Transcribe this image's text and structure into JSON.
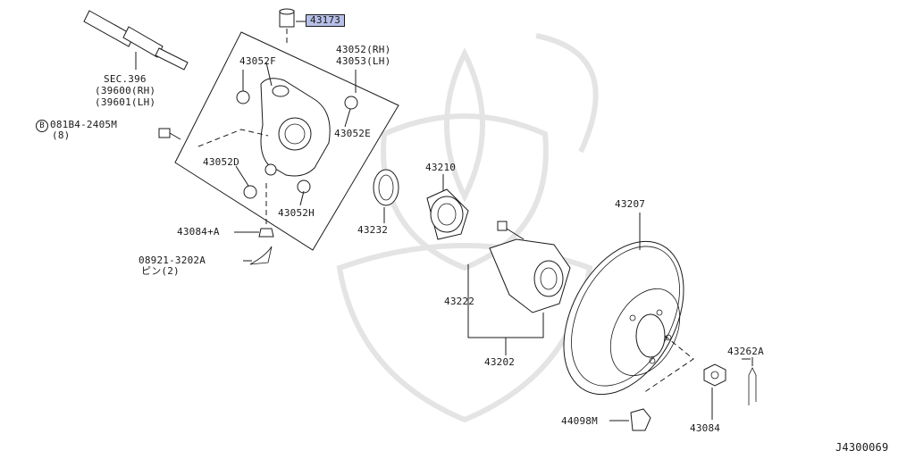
{
  "diagram_id": "J4300069",
  "parts": {
    "p43173": "43173",
    "p43052_rh": "43052(RH)",
    "p43053_lh": "43053(LH)",
    "p43052f": "43052F",
    "p43052e": "43052E",
    "p43052d": "43052D",
    "p43052h": "43052H",
    "sec": "SEC.396",
    "sec_rh": "(39600(RH)",
    "sec_lh": "(39601(LH)",
    "bolt": "081B4-2405M",
    "bolt_prefix": "B",
    "bolt_qty": "(8)",
    "p43084a": "43084+A",
    "pin": "08921-3202A",
    "pin_qty": "ピン(2)",
    "p43210": "43210",
    "p43232": "43232",
    "p43222": "43222",
    "p43202": "43202",
    "p43207": "43207",
    "p43262a": "43262A",
    "p43084": "43084",
    "p44098m": "44098M"
  }
}
